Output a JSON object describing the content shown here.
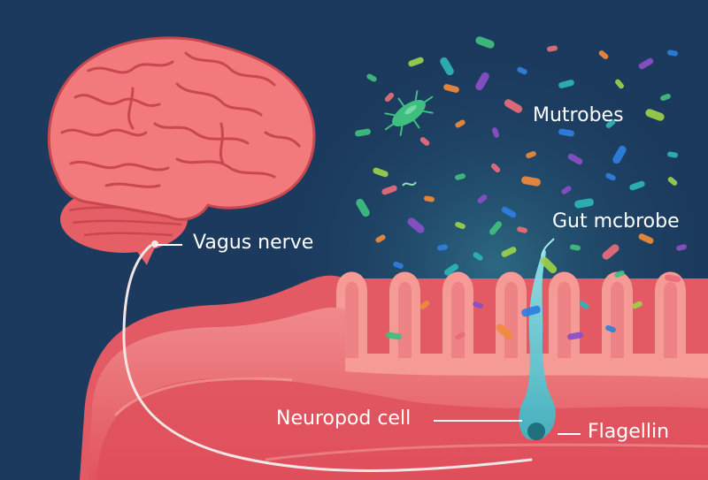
{
  "labels": {
    "vagus": "Vagus nerve",
    "microbes": "Mutrobes",
    "gut_microbe": "Gut mcbrobe",
    "neuropod": "Neuropod cell",
    "flagellin": "Flagellin"
  },
  "colors": {
    "background": "#1b3a5e",
    "brain": "#f27a7c",
    "brain_folds": "#c9474f",
    "gut_wall": "#e9646b",
    "villi": "#f59a95",
    "nerve": "#f3e6e6",
    "neuropod": "#62c9d3",
    "text": "#ffffff"
  },
  "microbe_colors": [
    "#3fbf7f",
    "#e96d7a",
    "#f08a3c",
    "#8a4fc8",
    "#2f7fe0",
    "#2cb5b5",
    "#9bd14a"
  ]
}
